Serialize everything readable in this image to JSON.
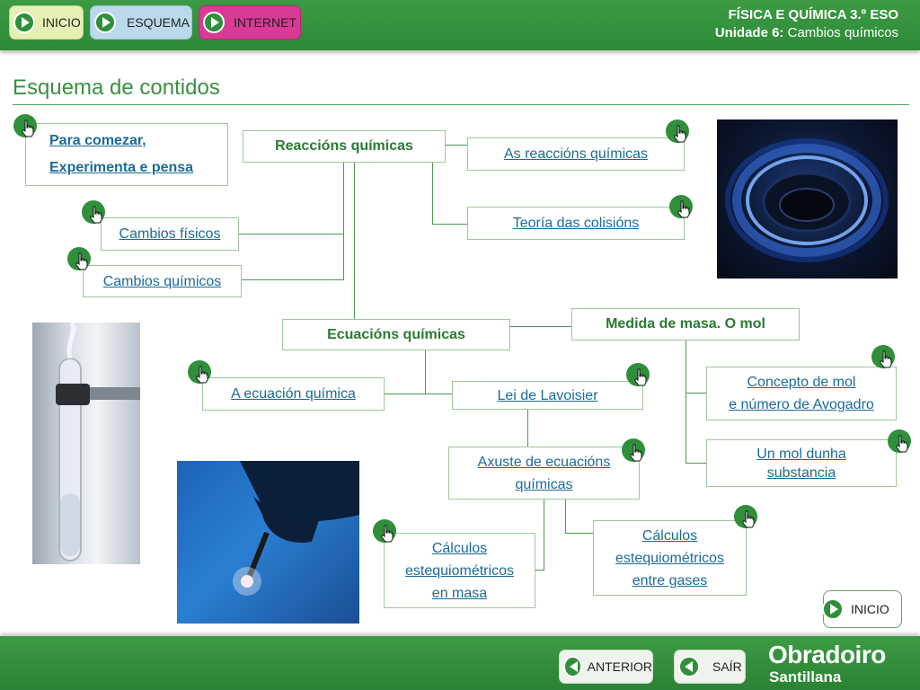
{
  "header": {
    "nav": {
      "inicio": "INICIO",
      "esquema": "ESQUEMA",
      "internet": "INTERNET"
    },
    "course": "FÍSICA E QUÍMICA 3.º ESO",
    "unit_label": "Unidade 6:",
    "unit_name": "Cambios químicos",
    "colors": {
      "bar": "#3d9a44",
      "inicio": "#e7f0b4",
      "esquema": "#bcd9ec",
      "internet": "#d93a95"
    }
  },
  "page": {
    "title": "Esquema de contidos"
  },
  "scheme": {
    "para_comezar": "Para comezar,",
    "experimenta": "Experimenta e pensa",
    "reaccions": "Reaccións químicas",
    "as_reaccions": "As reaccións químicas",
    "teoria": "Teoría das colisións",
    "cambios_fisicos": "Cambios físicos",
    "cambios_quimicos": "Cambios químicos",
    "ecuacions": "Ecuacións químicas",
    "medida": "Medida de masa. O mol",
    "a_ecuacion": "A ecuación química",
    "lei_lavoisier": "Lei de Lavoisier",
    "concepto_mol_1": "Concepto de mol",
    "concepto_mol_2": "e número de Avogadro",
    "un_mol_1": "Un mol dunha",
    "un_mol_2": "substancia",
    "axuste_1": "Axuste de ecuacións",
    "axuste_2": "químicas",
    "calc_masa_1": "Cálculos",
    "calc_masa_2": "estequiométricos",
    "calc_masa_3": "en masa",
    "calc_gases_1": "Cálculos",
    "calc_gases_2": "estequiométricos",
    "calc_gases_3": "entre gases"
  },
  "icons": {
    "hand": "hand-pointer-icon",
    "play": "play-icon",
    "back": "back-arrow-icon"
  },
  "bottom": {
    "inicio": "INICIO"
  },
  "footer": {
    "anterior": "ANTERIOR",
    "sair": "SAÍR",
    "brand_1": "Obradoiro",
    "brand_2": "Santillana"
  }
}
